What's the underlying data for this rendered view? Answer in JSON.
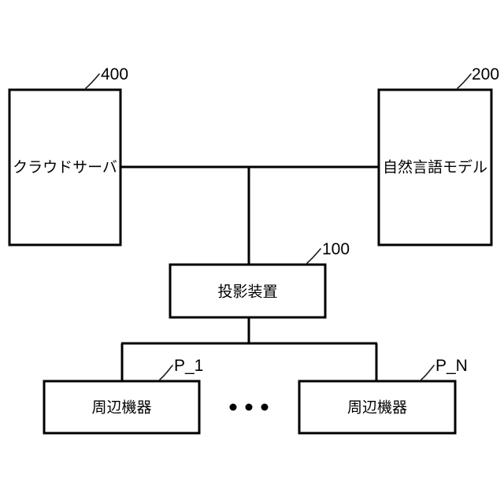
{
  "figure": {
    "type": "patent-block-diagram",
    "background_color": "#ffffff",
    "line_color": "#000000"
  },
  "nodes": {
    "cloud_server": {
      "label": "クラウドサーバ",
      "ref": "400"
    },
    "language_model": {
      "label": "自然言語モデル",
      "ref": "200"
    },
    "projector": {
      "label": "投影装置",
      "ref": "100"
    },
    "peripheral_first": {
      "label": "周辺機器",
      "ref": "P_1"
    },
    "peripheral_last": {
      "label": "周辺機器",
      "ref": "P_N"
    }
  },
  "ellipsis": {
    "symbol": "•  •  •",
    "dot_count": 3
  }
}
